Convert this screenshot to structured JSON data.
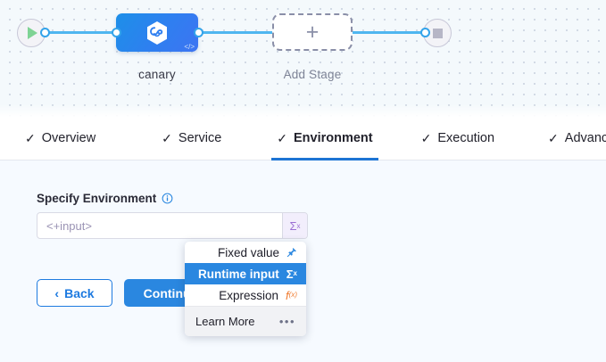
{
  "pipeline": {
    "start_node": {
      "icon": "play-icon",
      "label": ""
    },
    "end_node": {
      "icon": "stop-icon",
      "label": ""
    },
    "stages": [
      {
        "name": "canary",
        "icon": "harness-hexagon-icon",
        "badge": "</>"
      },
      {
        "name": "Add Stage",
        "icon": "plus-icon"
      }
    ],
    "canary_label": "canary",
    "add_stage_label": "Add Stage",
    "code_badge": "</>"
  },
  "tabs": [
    {
      "label": "Overview",
      "check": "✓",
      "active": false
    },
    {
      "label": "Service",
      "check": "✓",
      "active": false
    },
    {
      "label": "Environment",
      "check": "✓",
      "active": true
    },
    {
      "label": "Execution",
      "check": "✓",
      "active": false
    },
    {
      "label": "Advanced",
      "check": "✓",
      "active": false
    }
  ],
  "form": {
    "field_label": "Specify Environment",
    "info_icon": "info-icon",
    "input_value": "<+input>",
    "input_placeholder": "<+input>",
    "sigma_button": "Σ",
    "sigma_sup": "x"
  },
  "footer_buttons": {
    "back_label": "Back",
    "back_chevron": "‹",
    "continue_label": "Continue"
  },
  "dropdown": {
    "items": [
      {
        "label": "Fixed value",
        "icon": "pin-icon",
        "glyph": "📌",
        "selected": false
      },
      {
        "label": "Runtime input",
        "icon": "sigma-icon",
        "glyph": "Σ",
        "sup": "x",
        "selected": true
      },
      {
        "label": "Expression",
        "icon": "fx-icon",
        "glyph": "f",
        "sup": "(x)",
        "selected": false
      }
    ],
    "footer_label": "Learn More",
    "footer_icon": "more-dots-icon",
    "footer_dots": "•••"
  },
  "colors": {
    "accent_blue": "#2a87e0",
    "tab_underline": "#1d74d4",
    "edge_blue": "#4fb6f0",
    "sigma_purple": "#9b6fd4",
    "expression_orange": "#f07c31",
    "canvas_bg": "#f4f9fc",
    "panel_bg": "#f6faff"
  }
}
